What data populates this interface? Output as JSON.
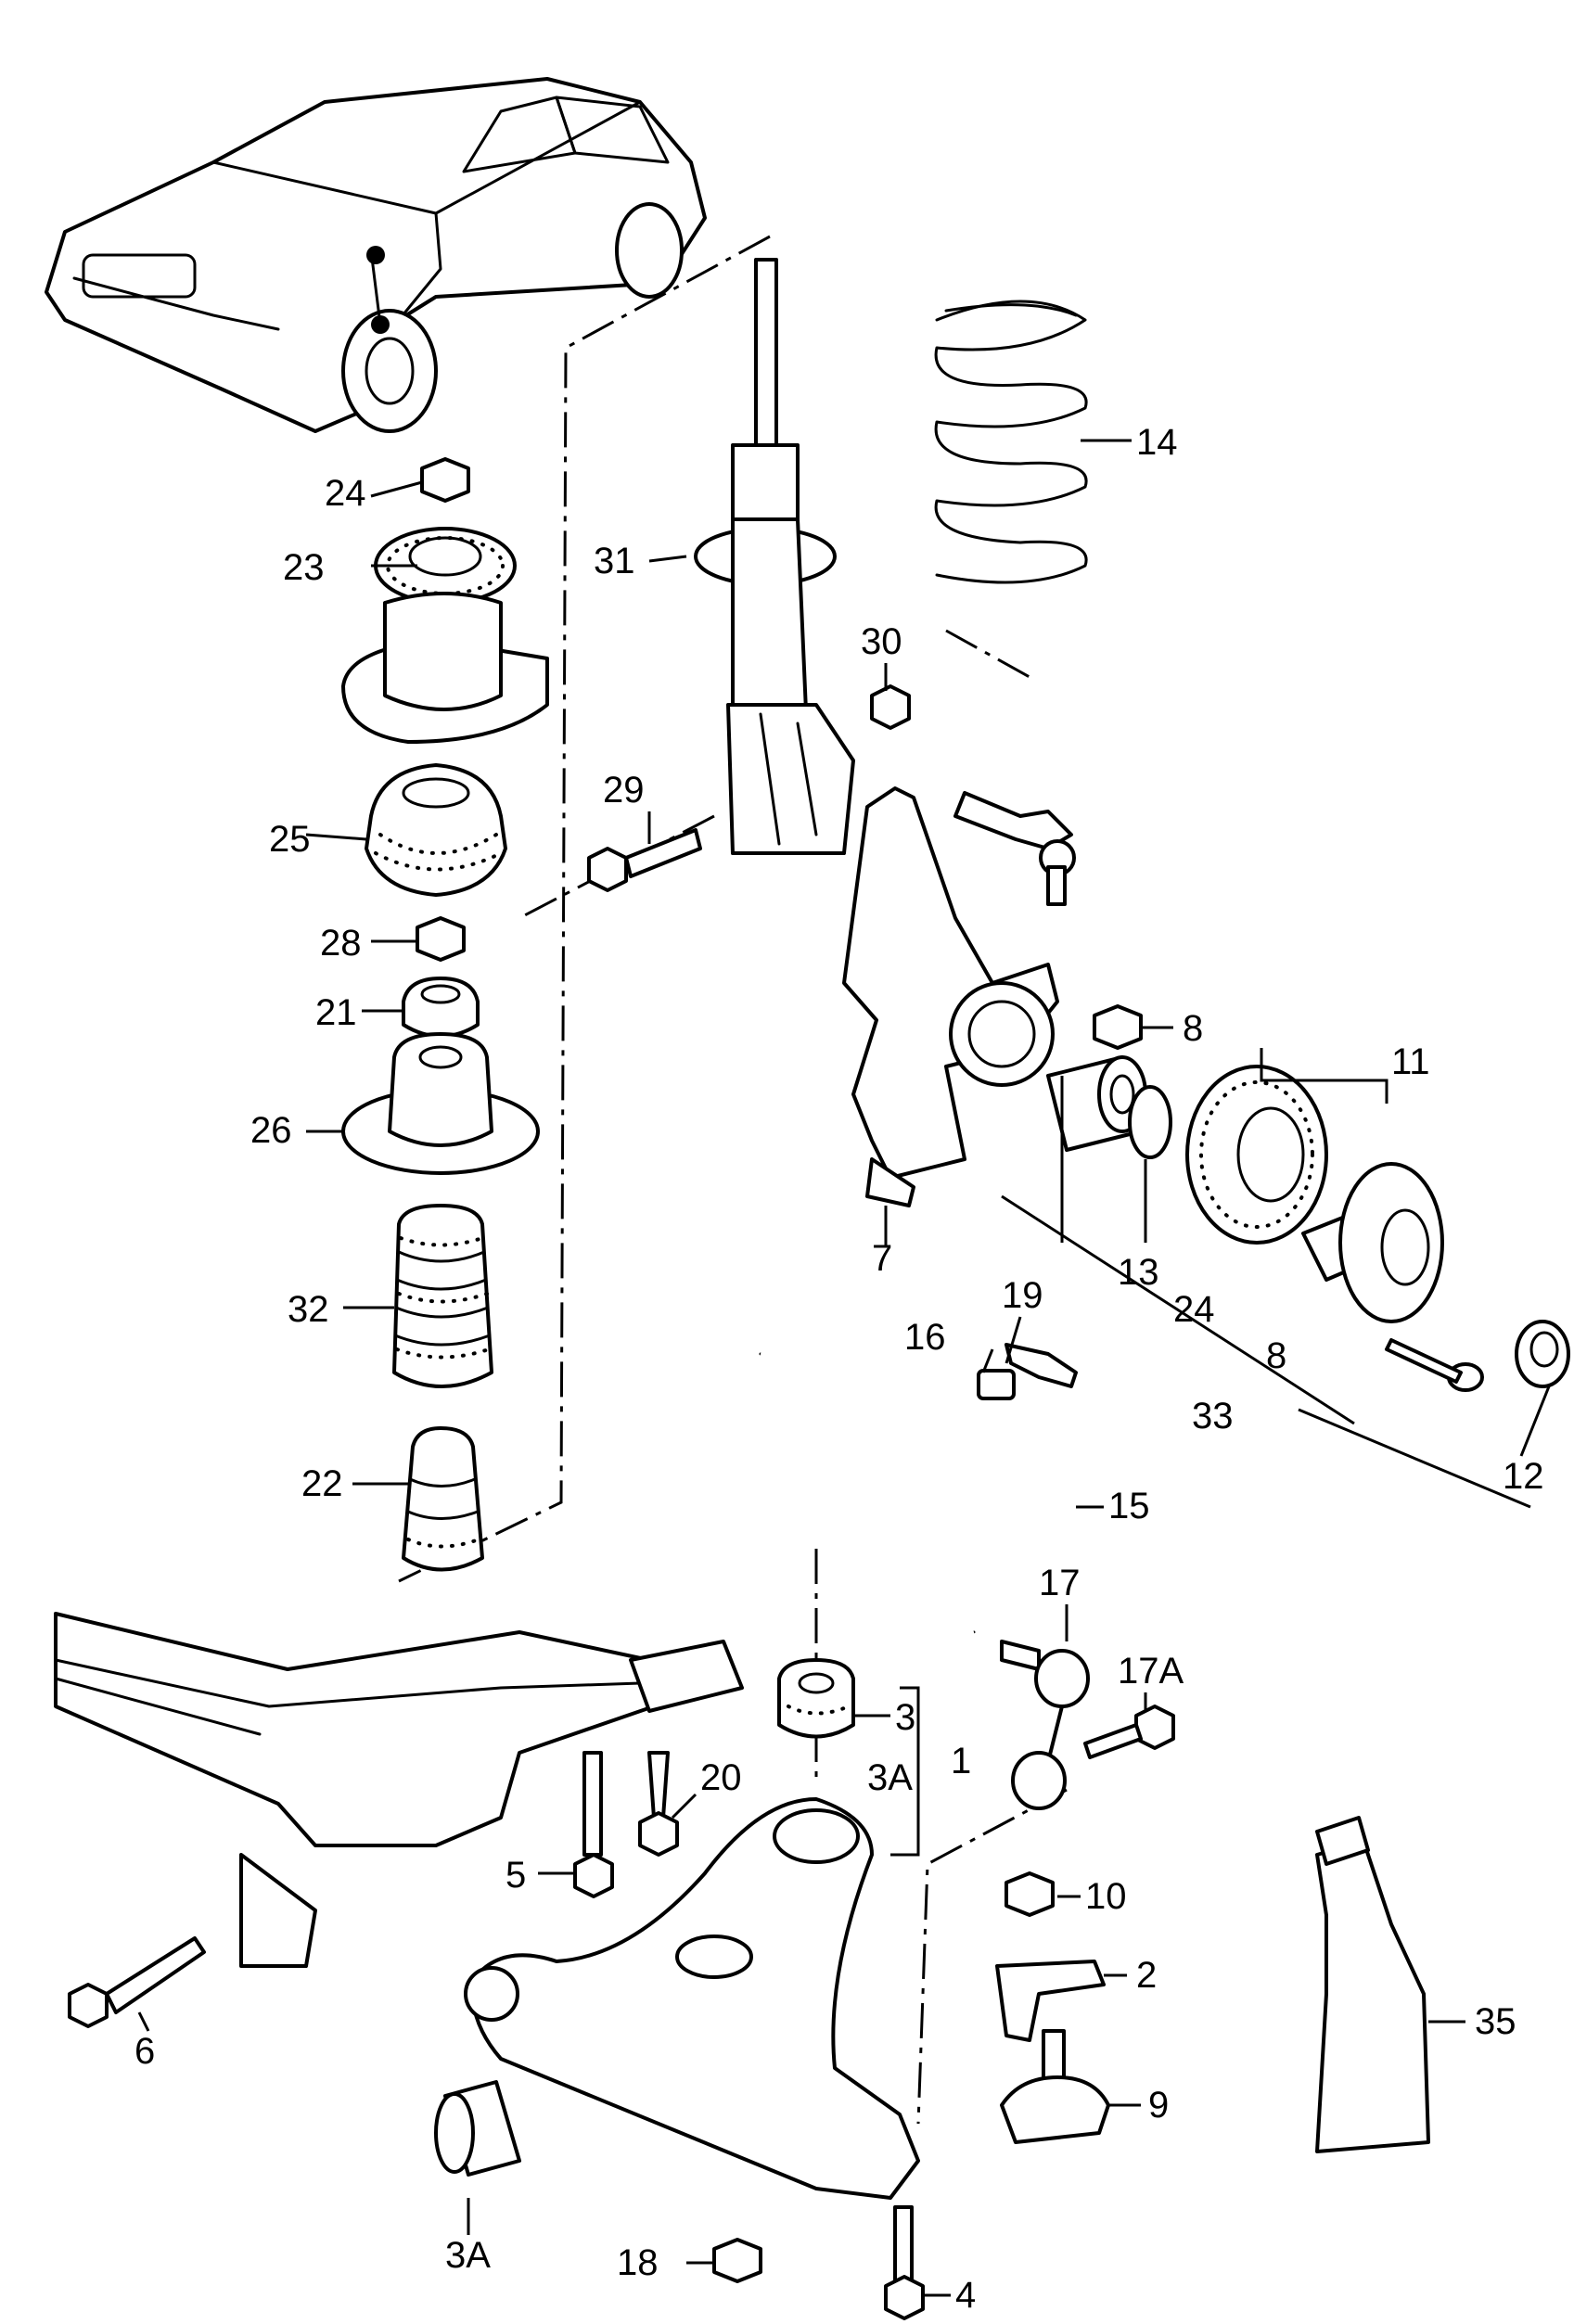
{
  "callouts": [
    {
      "id": "c-1",
      "text": "1"
    },
    {
      "id": "c-2",
      "text": "2"
    },
    {
      "id": "c-3",
      "text": "3"
    },
    {
      "id": "c-3a",
      "text": "3A"
    },
    {
      "id": "c-3a-b",
      "text": "3A"
    },
    {
      "id": "c-4",
      "text": "4"
    },
    {
      "id": "c-5",
      "text": "5"
    },
    {
      "id": "c-6",
      "text": "6"
    },
    {
      "id": "c-7",
      "text": "7"
    },
    {
      "id": "c-8",
      "text": "8"
    },
    {
      "id": "c-8-b",
      "text": "8"
    },
    {
      "id": "c-9",
      "text": "9"
    },
    {
      "id": "c-10",
      "text": "10"
    },
    {
      "id": "c-11",
      "text": "11"
    },
    {
      "id": "c-12",
      "text": "12"
    },
    {
      "id": "c-13",
      "text": "13"
    },
    {
      "id": "c-14",
      "text": "14"
    },
    {
      "id": "c-15",
      "text": "15"
    },
    {
      "id": "c-16",
      "text": "16"
    },
    {
      "id": "c-17",
      "text": "17"
    },
    {
      "id": "c-17a",
      "text": "17A"
    },
    {
      "id": "c-18",
      "text": "18"
    },
    {
      "id": "c-19",
      "text": "19"
    },
    {
      "id": "c-20",
      "text": "20"
    },
    {
      "id": "c-21",
      "text": "21"
    },
    {
      "id": "c-22",
      "text": "22"
    },
    {
      "id": "c-23",
      "text": "23"
    },
    {
      "id": "c-24",
      "text": "24"
    },
    {
      "id": "c-24-b",
      "text": "24"
    },
    {
      "id": "c-25",
      "text": "25"
    },
    {
      "id": "c-26",
      "text": "26"
    },
    {
      "id": "c-28",
      "text": "28"
    },
    {
      "id": "c-29",
      "text": "29"
    },
    {
      "id": "c-30",
      "text": "30"
    },
    {
      "id": "c-31",
      "text": "31"
    },
    {
      "id": "c-32",
      "text": "32"
    },
    {
      "id": "c-33",
      "text": "33"
    },
    {
      "id": "c-35",
      "text": "35"
    }
  ]
}
